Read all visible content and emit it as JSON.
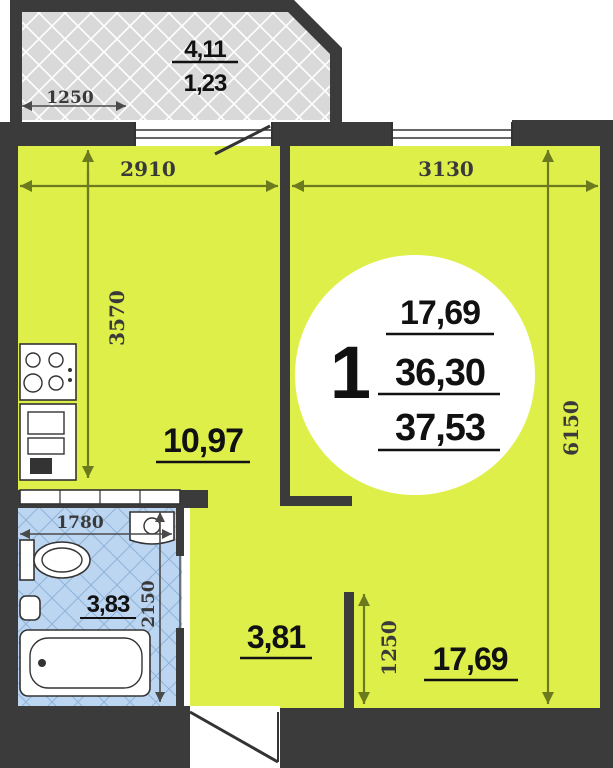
{
  "balcony": {
    "area_line1": "4,11",
    "area_line2": "1,23",
    "dim_width": "1250"
  },
  "kitchen": {
    "dim_width": "2910",
    "dim_depth": "3570",
    "area": "10,97"
  },
  "room": {
    "dim_width": "3130",
    "dim_depth": "6150",
    "area": "17,69"
  },
  "bathroom": {
    "dim_width": "1780",
    "dim_depth": "2150",
    "area": "3,83"
  },
  "hall": {
    "dim_width": "1250",
    "area": "3,81"
  },
  "summary": {
    "rooms_count": "1",
    "living_area": "17,69",
    "total_area": "36,30",
    "total_with_balcony": "37,53"
  },
  "colors": {
    "living_fill": "#dfef4a",
    "bath_fill": "#bcd6f2",
    "balcony_fill": "#d9d9d9",
    "wall": "#3b3b3b"
  }
}
